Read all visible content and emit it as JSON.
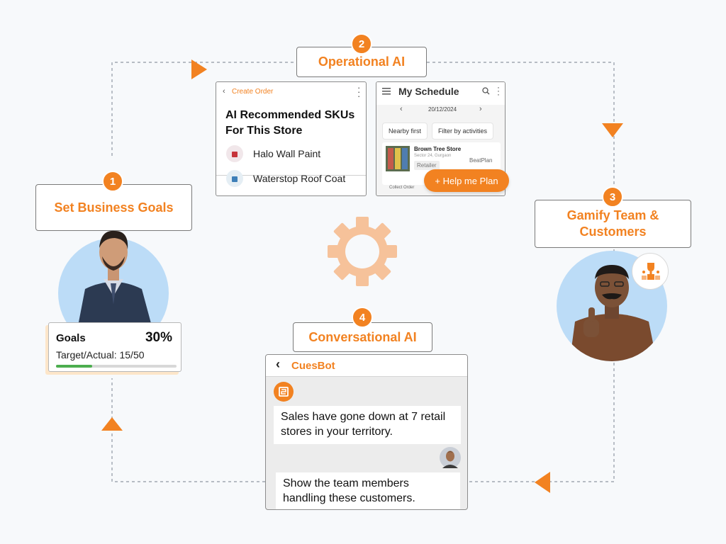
{
  "steps": [
    {
      "number": "1",
      "label": "Set Business Goals"
    },
    {
      "number": "2",
      "label": "Operational AI"
    },
    {
      "number": "3",
      "label": "Gamify Team & Customers"
    },
    {
      "number": "4",
      "label": "Conversational AI"
    }
  ],
  "create_order": {
    "back_label": "Create Order",
    "title": "AI Recommended SKUs For This Store",
    "items": [
      "Halo Wall Paint",
      "Waterstop Roof Coat"
    ]
  },
  "schedule": {
    "title": "My Schedule",
    "date": "20/12/2024",
    "filters": [
      "Nearby first",
      "Filter by activities"
    ],
    "store_name": "Brown Tree Store",
    "store_address": "Sector 24, Gurgaon",
    "store_tag": "Retailer",
    "beat_tag": "BeatPlan",
    "action": "Collect Order",
    "help_button": "+ Help me Plan"
  },
  "goals": {
    "label": "Goals",
    "percent": "30%",
    "target_text": "Target/Actual: 15/50",
    "progress": 0.3
  },
  "chat": {
    "bot_name": "CuesBot",
    "bot_message": "Sales have gone down at 7 retail stores in your territory.",
    "user_message": "Show the team members handling these customers."
  },
  "colors": {
    "accent": "#f28221",
    "gear": "#f6c29a",
    "progress": "#4cae4f",
    "avatar_bg": "#bcdcf7"
  },
  "icons": [
    "gear-icon",
    "trophy-icon",
    "menu-icon",
    "search-icon",
    "kebab-icon",
    "back-chevron-icon",
    "bot-logo-icon"
  ]
}
